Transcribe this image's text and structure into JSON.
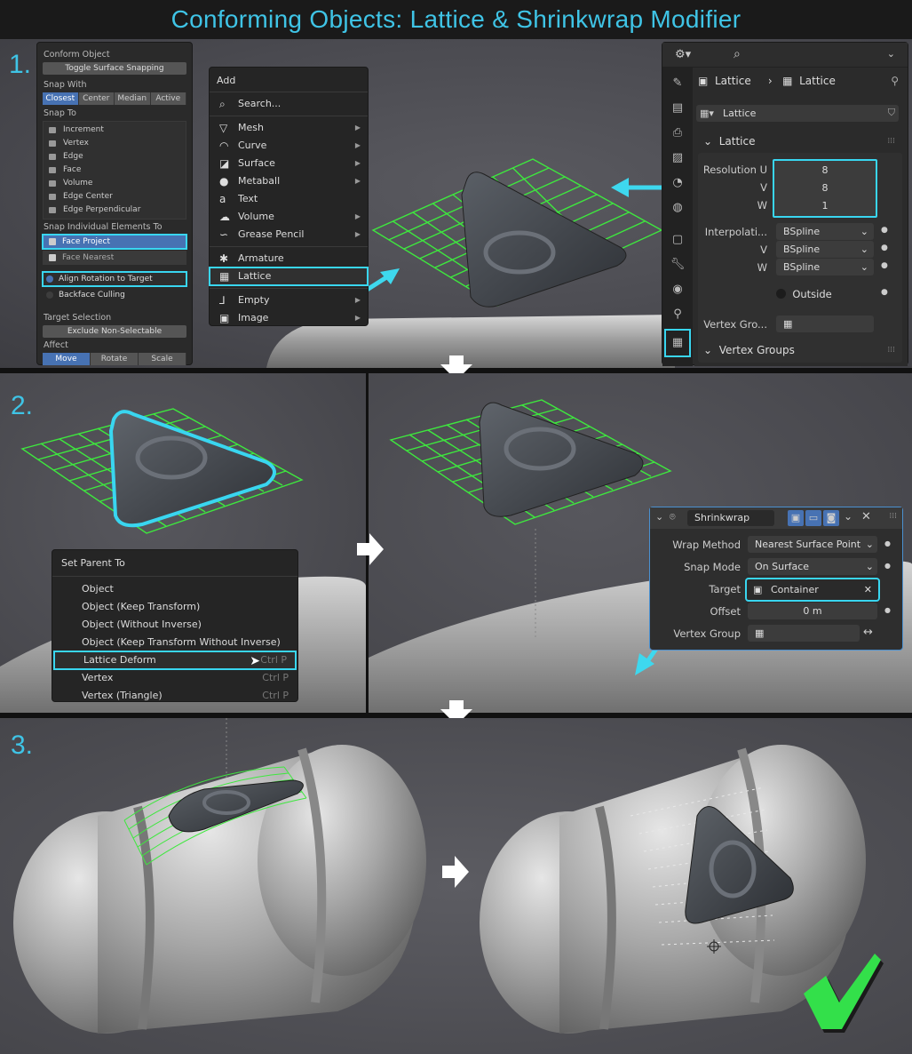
{
  "banner": {
    "title": "Conforming Objects: Lattice & Shrinkwrap Modifier"
  },
  "steps": {
    "s1": "1.",
    "s2": "2.",
    "s3": "3."
  },
  "conform": {
    "title": "Conform Object",
    "toggle": "Toggle Surface Snapping",
    "snap_with_label": "Snap With",
    "snap_with": [
      "Closest",
      "Center",
      "Median",
      "Active"
    ],
    "snap_to_label": "Snap To",
    "snap_to": [
      "Increment",
      "Vertex",
      "Edge",
      "Face",
      "Volume",
      "Edge Center",
      "Edge Perpendicular"
    ],
    "snap_individual_label": "Snap Individual Elements To",
    "face_project": "Face Project",
    "face_nearest": "Face Nearest",
    "align_rotation": "Align Rotation to Target",
    "backface": "Backface Culling",
    "target_sel_label": "Target Selection",
    "exclude": "Exclude Non-Selectable",
    "affect_label": "Affect",
    "affect": [
      "Move",
      "Rotate",
      "Scale"
    ]
  },
  "addmenu": {
    "title": "Add",
    "search": "Search...",
    "items": [
      {
        "label": "Mesh",
        "icon": "mesh-icon"
      },
      {
        "label": "Curve",
        "icon": "curve-icon"
      },
      {
        "label": "Surface",
        "icon": "surface-icon"
      },
      {
        "label": "Metaball",
        "icon": "metaball-icon"
      },
      {
        "label": "Text",
        "icon": "text-icon"
      },
      {
        "label": "Volume",
        "icon": "volume-icon"
      },
      {
        "label": "Grease Pencil",
        "icon": "grease-pencil-icon"
      },
      {
        "label": "Armature",
        "icon": "armature-icon"
      },
      {
        "label": "Lattice",
        "icon": "lattice-icon"
      },
      {
        "label": "Empty",
        "icon": "empty-icon"
      },
      {
        "label": "Image",
        "icon": "image-icon"
      }
    ]
  },
  "props": {
    "crumb1": "Lattice",
    "crumb2": "Lattice",
    "datablock": "Lattice",
    "section": "Lattice",
    "resolution_u_label": "Resolution U",
    "v_label": "V",
    "w_label": "W",
    "res_u": "8",
    "res_v": "8",
    "res_w": "1",
    "interp_label": "Interpolati...",
    "interp_u": "BSpline",
    "interp_v": "BSpline",
    "interp_w": "BSpline",
    "outside": "Outside",
    "vgroup_label": "Vertex Gro...",
    "vgroups_section": "Vertex Groups"
  },
  "setparent": {
    "title": "Set Parent To",
    "items": [
      {
        "label": "Object",
        "shortcut": ""
      },
      {
        "label": "Object (Keep Transform)",
        "shortcut": ""
      },
      {
        "label": "Object (Without Inverse)",
        "shortcut": ""
      },
      {
        "label": "Object (Keep Transform Without Inverse)",
        "shortcut": ""
      },
      {
        "label": "Lattice Deform",
        "shortcut": "Ctrl P"
      },
      {
        "label": "Vertex",
        "shortcut": "Ctrl P"
      },
      {
        "label": "Vertex (Triangle)",
        "shortcut": "Ctrl P"
      }
    ]
  },
  "shrinkwrap": {
    "name": "Shrinkwrap",
    "wrap_method_label": "Wrap Method",
    "wrap_method": "Nearest Surface Point",
    "snap_mode_label": "Snap Mode",
    "snap_mode": "On Surface",
    "target_label": "Target",
    "target": "Container",
    "offset_label": "Offset",
    "offset": "0 m",
    "vgroup_label": "Vertex Group"
  },
  "colors": {
    "accent": "#3fc4e6",
    "highlight": "#39d6f0",
    "lattice": "#3ee83e",
    "check": "#33e04a",
    "select_blue": "#4772b3"
  }
}
